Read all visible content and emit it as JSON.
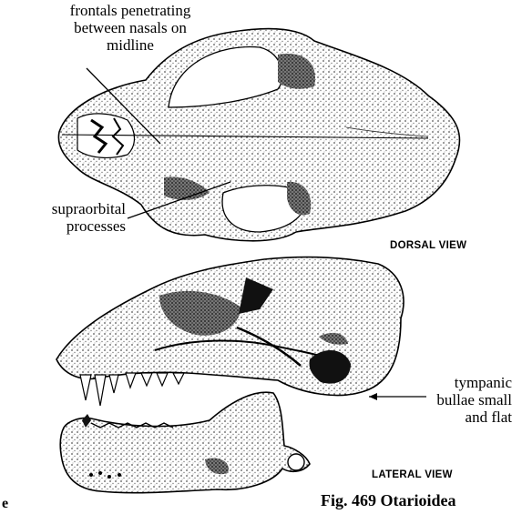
{
  "labels": {
    "frontals": [
      "frontals penetrating",
      "between nasals on",
      "midline"
    ],
    "supraorbital": [
      "supraorbital",
      "processes"
    ],
    "tympanic": [
      "tympanic",
      "bullae small",
      "and flat"
    ]
  },
  "views": {
    "dorsal": "DORSAL VIEW",
    "lateral": "LATERAL VIEW"
  },
  "caption": "Fig. 469 Otarioidea",
  "edge_fragment": "e"
}
